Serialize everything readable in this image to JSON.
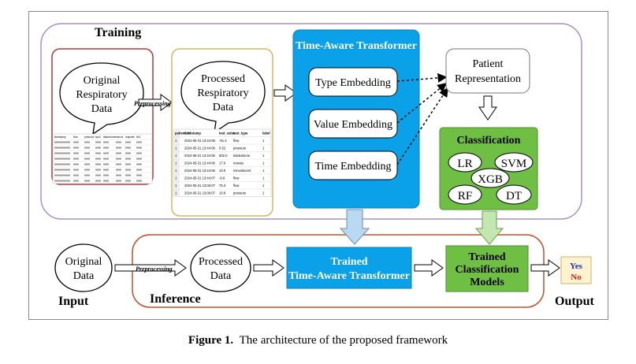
{
  "training": {
    "label": "Training"
  },
  "inference": {
    "label": "Inference"
  },
  "input_label": "Input",
  "output_label": "Output",
  "preprocessing_label": "Preprocessing",
  "original_bubble": {
    "line1": "Original",
    "line2": "Respiratory",
    "line3": "Data"
  },
  "processed_bubble": {
    "line1": "Processed",
    "line2": "Respiratory",
    "line3": "Data"
  },
  "transformer": {
    "title": "Time-Aware Transformer",
    "type_embedding": "Type Embedding",
    "value_embedding": "Value Embedding",
    "time_embedding": "Time Embedding"
  },
  "patient_representation": {
    "line1": "Patient",
    "line2": "Representation"
  },
  "classification": {
    "title": "Classification",
    "models": [
      "LR",
      "SVM",
      "XGB",
      "RF",
      "DT"
    ]
  },
  "inference_flow": {
    "original_data": {
      "line1": "Original",
      "line2": "Data"
    },
    "processed_data": {
      "line1": "Processed",
      "line2": "Data"
    },
    "trained_transformer": {
      "line1": "Trained",
      "line2": "Time-Aware Transformer"
    },
    "trained_models": {
      "line1": "Trained",
      "line2": "Classification",
      "line3": "Models"
    }
  },
  "output": {
    "yes": "Yes",
    "no": "No"
  },
  "raw_table": {
    "headers": [
      "timestamp",
      "flow",
      "pressure",
      "spo2",
      "tidalvolume",
      "minvol",
      "resprate",
      "fio2"
    ]
  },
  "processed_table": {
    "headers": [
      "patient_id",
      "timestamp",
      "test_value",
      "test_type",
      "label"
    ],
    "rows": [
      [
        "1",
        "2024-05-31 13:44:06",
        "-81.3",
        "flow",
        "1"
      ],
      [
        "1",
        "2024-05-31 13:44:06",
        "0.52",
        "pressure",
        "1"
      ],
      [
        "1",
        "2024-05-31 13:44:06",
        "502.0",
        "tidalvolume",
        "1"
      ],
      [
        "1",
        "2024-05-31 13:44:06",
        "17.0",
        "resrate",
        "1"
      ],
      [
        "1",
        "2024-05-31 13:44:06",
        "10.0",
        "minvolacent",
        "1"
      ],
      [
        "1",
        "2024-05-31 13:44:07",
        "-8.8",
        "flow",
        "1"
      ],
      [
        "1",
        "2024-05-31 13:06:07",
        "75.3",
        "flow",
        "1"
      ],
      [
        "1",
        "2024-05-31 13:06:07",
        "10.8",
        "pressure",
        "1"
      ]
    ]
  },
  "caption": {
    "label": "Figure 1.",
    "text": "The architecture of the proposed framework"
  },
  "colors": {
    "transformer_blue": "#0aa1e8",
    "classification_green": "#6fbf45",
    "training_border": "#a88fc9",
    "inference_border": "#c0502a",
    "yes": "#1f2fbf",
    "no": "#e01b1b"
  }
}
